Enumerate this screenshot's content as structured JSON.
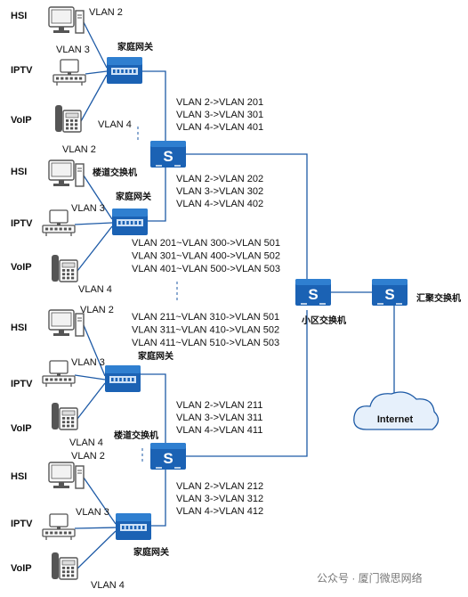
{
  "colors": {
    "line": "#1d5aa6",
    "switch_top": "#2f7fd0",
    "switch_body": "#1b62b4",
    "terminal": "#555555",
    "cloud_fill": "#e6f0fb"
  },
  "icons": {
    "pc": "desktop-computer-icon",
    "tv": "iptv-set-top-icon",
    "phone": "voip-phone-icon",
    "gateway": "home-gateway-icon",
    "switch": "switch-icon",
    "cloud": "internet-cloud-icon"
  },
  "groups": [
    {
      "terminals": [
        "HSI",
        "IPTV",
        "VoIP"
      ],
      "vlans": [
        "VLAN 2",
        "VLAN 3",
        "VLAN 4"
      ],
      "gateway_label": "家庭网关"
    },
    {
      "terminals": [
        "HSI",
        "IPTV",
        "VoIP"
      ],
      "vlans": [
        "VLAN 2",
        "VLAN 3",
        "VLAN 4"
      ],
      "gateway_label": "家庭网关"
    },
    {
      "terminals": [
        "HSI",
        "IPTV",
        "VoIP"
      ],
      "vlans": [
        "VLAN 2",
        "VLAN 3",
        "VLAN 4"
      ],
      "gateway_label": "家庭网关"
    },
    {
      "terminals": [
        "HSI",
        "IPTV",
        "VoIP"
      ],
      "vlans": [
        "VLAN 2",
        "VLAN 3",
        "VLAN 4"
      ],
      "gateway_label": "家庭网关"
    }
  ],
  "floor_switches": [
    {
      "label": "",
      "maps_up": [
        "VLAN 2->VLAN 201",
        "VLAN 3->VLAN 301",
        "VLAN 4->VLAN 401"
      ],
      "maps_down": [
        "VLAN 2->VLAN 202",
        "VLAN 3->VLAN 302",
        "VLAN 4->VLAN 402"
      ]
    },
    {
      "label": "楼道交换机",
      "maps_up": [
        "VLAN 2->VLAN 211",
        "VLAN 3->VLAN 311",
        "VLAN 4->VLAN 411"
      ],
      "maps_down": [
        "VLAN 2->VLAN 212",
        "VLAN 3->VLAN 312",
        "VLAN 4->VLAN 412"
      ]
    }
  ],
  "floor_switch_label_top": "楼道交换机",
  "range_maps": [
    [
      "VLAN 201~VLAN 300->VLAN 501",
      "VLAN 301~VLAN 400->VLAN 502",
      "VLAN 401~VLAN 500->VLAN 503"
    ],
    [
      "VLAN 211~VLAN 310->VLAN 501",
      "VLAN 311~VLAN 410->VLAN 502",
      "VLAN 411~VLAN 510->VLAN 503"
    ]
  ],
  "community_switch_label": "小区交换机",
  "aggregation_switch_label": "汇聚交换机",
  "internet_label": "Internet",
  "switch_glyph": "S",
  "watermark": "公众号 · 厦门微思网络"
}
